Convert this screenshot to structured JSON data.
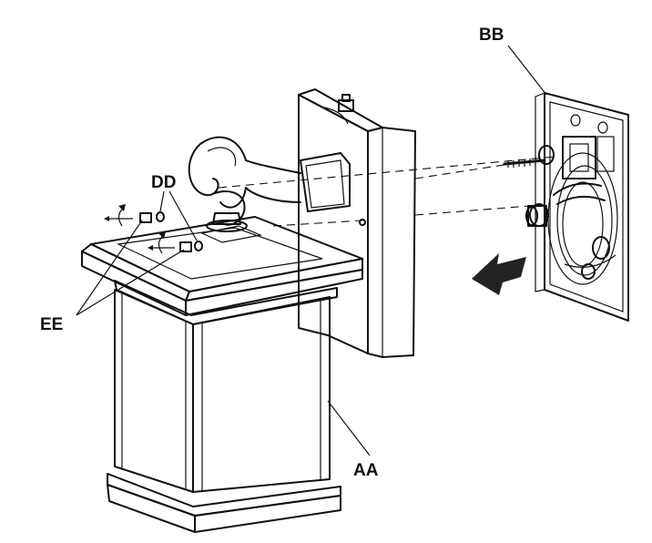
{
  "labels": {
    "aa": "AA",
    "bb": "BB",
    "dd": "DD",
    "ee": "EE"
  },
  "colors": {
    "ink": "#111111",
    "paper": "#ffffff",
    "arrow": "#222222"
  }
}
